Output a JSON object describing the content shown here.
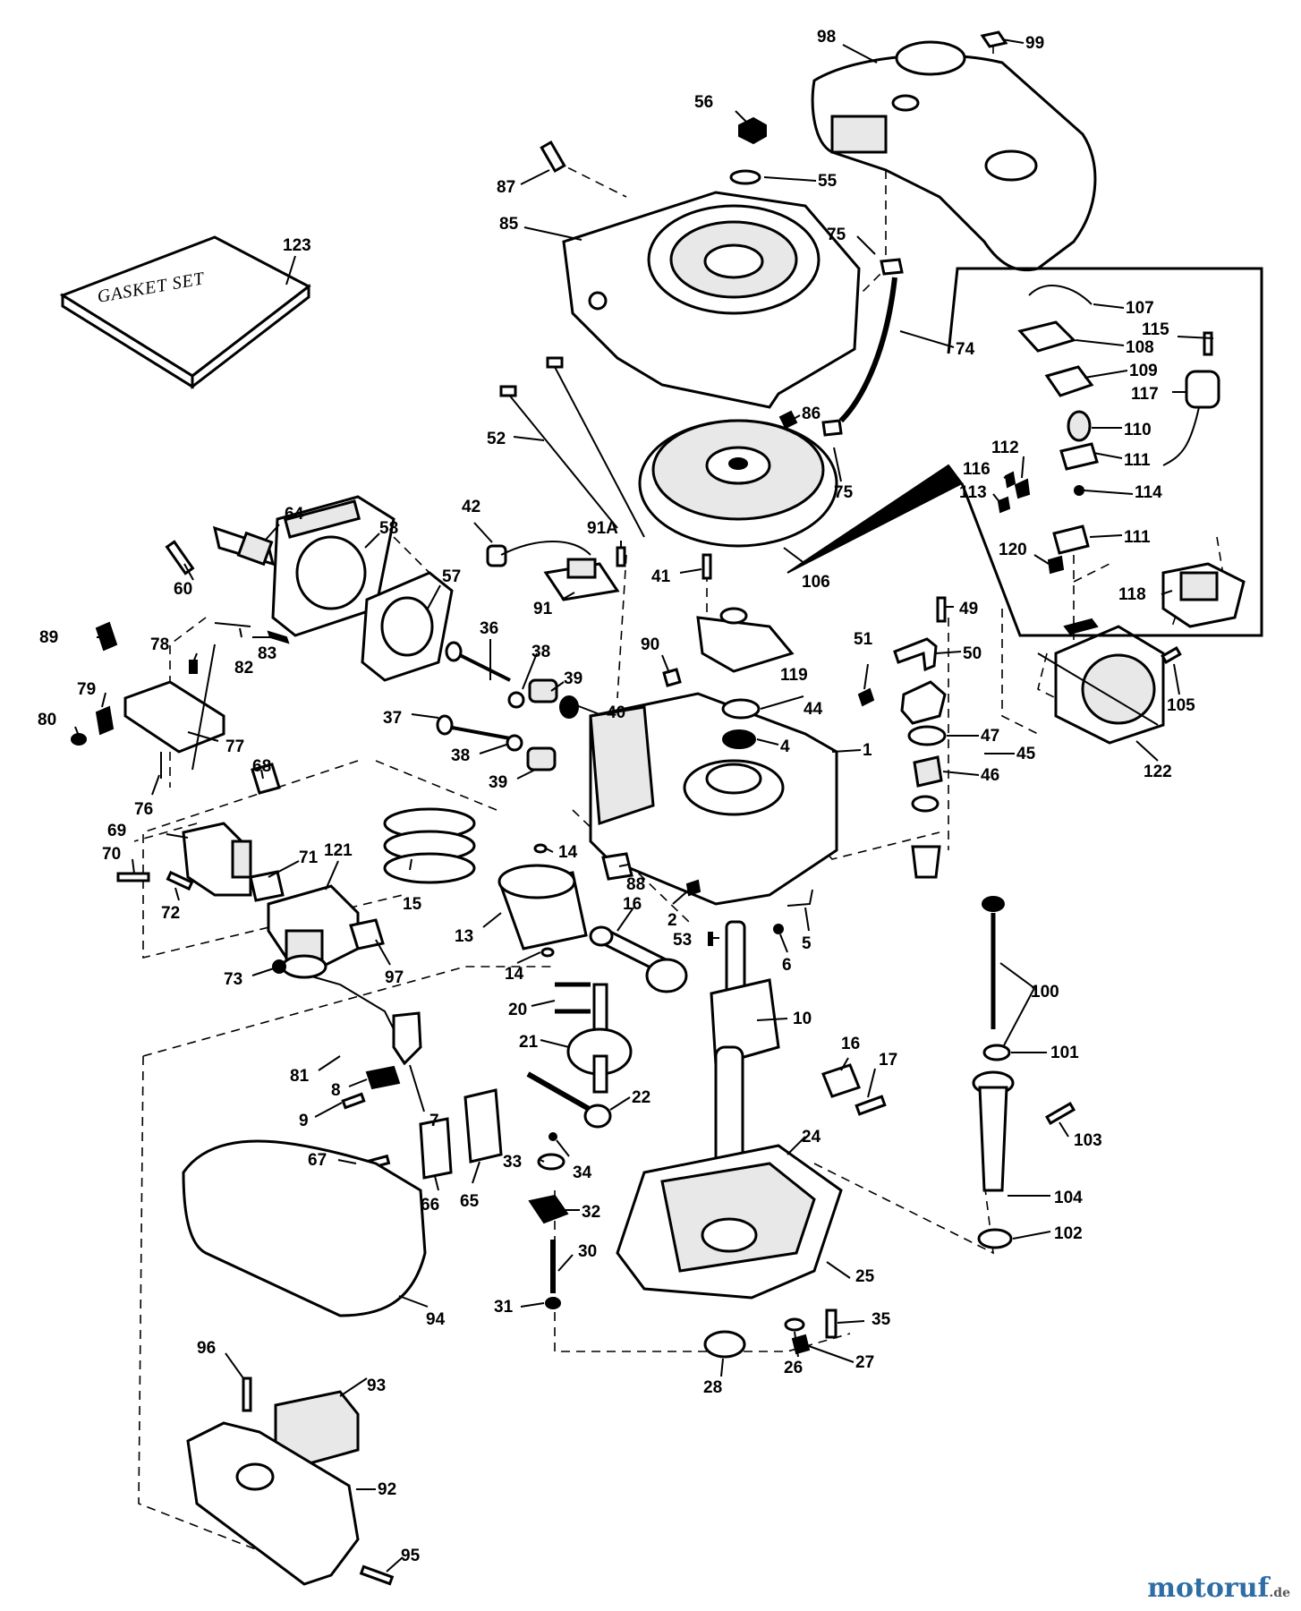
{
  "gasket_set_text": "GASKET SET",
  "watermark": {
    "brand": "motoruf",
    "tld": ".de",
    "colors": {
      "primary": "#2f6ea5",
      "accent": "#e07b1a"
    }
  },
  "callouts": {
    "c1": "1",
    "c2": "2",
    "c4": "4",
    "c5": "5",
    "c6": "6",
    "c7": "7",
    "c8": "8",
    "c9": "9",
    "c10": "10",
    "c13": "13",
    "c14a": "14",
    "c14b": "14",
    "c15": "15",
    "c16a": "16",
    "c16b": "16",
    "c17": "17",
    "c20": "20",
    "c21": "21",
    "c22": "22",
    "c24": "24",
    "c25": "25",
    "c26": "26",
    "c27": "27",
    "c28": "28",
    "c30": "30",
    "c31": "31",
    "c32": "32",
    "c33": "33",
    "c34": "34",
    "c35": "35",
    "c36": "36",
    "c37": "37",
    "c38a": "38",
    "c38b": "38",
    "c39a": "39",
    "c39b": "39",
    "c40": "40",
    "c41": "41",
    "c42": "42",
    "c44": "44",
    "c45": "45",
    "c46": "46",
    "c47": "47",
    "c49": "49",
    "c50": "50",
    "c51": "51",
    "c52": "52",
    "c53": "53",
    "c55": "55",
    "c56": "56",
    "c57": "57",
    "c58": "58",
    "c60": "60",
    "c64": "64",
    "c65": "65",
    "c66": "66",
    "c67": "67",
    "c68": "68",
    "c69": "69",
    "c70": "70",
    "c71": "71",
    "c72": "72",
    "c73": "73",
    "c74": "74",
    "c75a": "75",
    "c75b": "75",
    "c76": "76",
    "c77": "77",
    "c78": "78",
    "c79": "79",
    "c80": "80",
    "c81": "81",
    "c82": "82",
    "c83": "83",
    "c85": "85",
    "c86": "86",
    "c87": "87",
    "c88": "88",
    "c89": "89",
    "c90": "90",
    "c91": "91",
    "c91a": "91A",
    "c92": "92",
    "c93": "93",
    "c94": "94",
    "c95": "95",
    "c96": "96",
    "c97": "97",
    "c98": "98",
    "c99": "99",
    "c100": "100",
    "c101": "101",
    "c102": "102",
    "c103": "103",
    "c104": "104",
    "c105": "105",
    "c106": "106",
    "c107": "107",
    "c108": "108",
    "c109": "109",
    "c110": "110",
    "c111a": "111",
    "c111b": "111",
    "c112": "112",
    "c113": "113",
    "c114": "114",
    "c115": "115",
    "c116": "116",
    "c117": "117",
    "c118": "118",
    "c119": "119",
    "c120": "120",
    "c121": "121",
    "c122": "122",
    "c123": "123"
  }
}
